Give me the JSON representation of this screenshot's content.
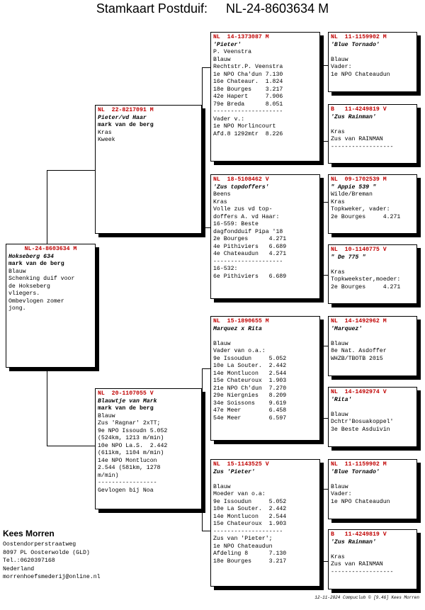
{
  "title": {
    "label": "Stamkaart Postduif:",
    "ring": "NL-24-8603634 M"
  },
  "birds": {
    "subject": {
      "ring": "NL-24-8603634 M",
      "name": "Hokseberg 634",
      "lines": [
        "mark van de berg",
        "Blauw",
        "Schenking duif voor",
        "de Hokseberg",
        "vliegers.",
        "Ombevlogen zomer",
        "jong."
      ]
    },
    "sire": {
      "ring": "NL  22-8217091 M",
      "name": "Pieter/vd Haar",
      "lines": [
        "mark van de berg",
        "Kras",
        "Kweek"
      ]
    },
    "dam": {
      "ring": "NL  20-1107055 V",
      "name": "Blauwtje van Mark",
      "lines": [
        "mark van de berg",
        "Blauw",
        "Zus 'Ragnar' 2xTT;",
        "9e NPO Issoudn 5.052",
        "(524km, 1213 m/min)",
        "10e NPO La.S.  2.442",
        "(611km, 1104 m/min)",
        "14e NPO Montlucon",
        "2.544 (581km, 1278",
        "m/min)",
        "-----------------",
        "Gevlogen bij Noa"
      ]
    },
    "ss": {
      "ring": "NL  14-1373087 M",
      "name": "'Pieter'",
      "lines": [
        "P. Veenstra",
        "Blauw",
        "Rechtstr.P. Veenstra",
        "1e NPO Cha'dun 7.130",
        "16e Chateaur.  1.824",
        "18e Bourges    3.217",
        "42e Hapert     7.906",
        "79e Breda      8.051",
        "--------------------",
        "Vader v.:",
        "1e NPO Morlincourt",
        "Afd.8 1292mtr  8.226"
      ]
    },
    "sd": {
      "ring": "NL  18-5108462 V",
      "name": "'Zus topdoffers'",
      "lines": [
        "Beens",
        "Kras",
        "Volle zus vd top-",
        "doffers A. vd Haar:",
        "16-559: Beste",
        "dagfondduif Pipa '18",
        "2e Bourges      4.271",
        "4e Pithiviers   6.689",
        "4e Chateaudun   4.271",
        "--------------------",
        "16-532:",
        "6e Pithiviers   6.689"
      ]
    },
    "ds": {
      "ring": "NL  15-1890655 M",
      "name": "Marquez x Rita",
      "lines": [
        "",
        "Blauw",
        "Vader van o.a.:",
        "9e Issoudun     5.052",
        "10e La Souter.  2.442",
        "14e Montlucon   2.544",
        "15e Chateuroux  1.903",
        "21e NPO Ch'dun  7.270",
        "29e Niergnies   8.209",
        "34e Soissons    9.619",
        "47e Meer        6.458",
        "54e Meer        6.597"
      ]
    },
    "dd": {
      "ring": "NL  15-1143525 V",
      "name": "Zus 'Pieter'",
      "lines": [
        "",
        "Blauw",
        "Moeder van o.a:",
        "9e Issoudun     5.052",
        "10e La Souter.  2.442",
        "14e Montlucon   2.544",
        "15e Chateuroux  1.903",
        "--------------------",
        "Zus van 'Pieter';",
        "1e NPO Chateaudun",
        "Afdeling 8      7.130",
        "18e Bourges     3.217"
      ]
    },
    "sss": {
      "ring": "NL  11-1159902 M",
      "name": "'Blue Tornado'",
      "lines": [
        "",
        "Blauw",
        "Vader:",
        "1e NPO Chateaudun"
      ]
    },
    "ssd": {
      "ring": "B   11-4249819 V",
      "name": "'Zus Rainman'",
      "lines": [
        "",
        "Kras",
        "Zus van RAINMAN",
        "------------------"
      ]
    },
    "sds": {
      "ring": "NL  09-1702539 M",
      "name": "\" Appie 539 \"",
      "lines": [
        "Wilde/Breman",
        "Kras",
        "Topkweker, vader:",
        "2e Bourges     4.271"
      ]
    },
    "sdd": {
      "ring": "NL  10-1140775 V",
      "name": "\" De 775 \"",
      "lines": [
        "",
        "Kras",
        "Topkweekster,moeder:",
        "2e Bourges     4.271"
      ]
    },
    "dss": {
      "ring": "NL  14-1492962 M",
      "name": "'Marquez'",
      "lines": [
        "",
        "Blauw",
        "8e Nat. Asdoffer",
        "WHZB/TBOTB 2015"
      ]
    },
    "dsd": {
      "ring": "NL  14-1492974 V",
      "name": "'Rita'",
      "lines": [
        "",
        "Blauw",
        "Dchtr'Bosuakoppel'",
        "3e Beste Asduivin"
      ]
    },
    "dds": {
      "ring": "NL  11-1159902 M",
      "name": "'Blue Tornado'",
      "lines": [
        "",
        "Blauw",
        "Vader:",
        "1e NPO Chateaudun"
      ]
    },
    "ddd": {
      "ring": "B   11-4249819 V",
      "name": "'Zus Rainman'",
      "lines": [
        "",
        "Kras",
        "Zus van RAINMAN",
        "------------------"
      ]
    }
  },
  "owner": {
    "name": "Kees Morren",
    "lines": [
      "Oostendorperstraatweg",
      "8097 PL  Oosterwolde (GLD)",
      "Tel.:0620397168",
      "Nederland",
      "morrenhoefsmederij@online.nl"
    ]
  },
  "footer": "12-11-2024   Compuclub © [9.46]  Kees Morren"
}
